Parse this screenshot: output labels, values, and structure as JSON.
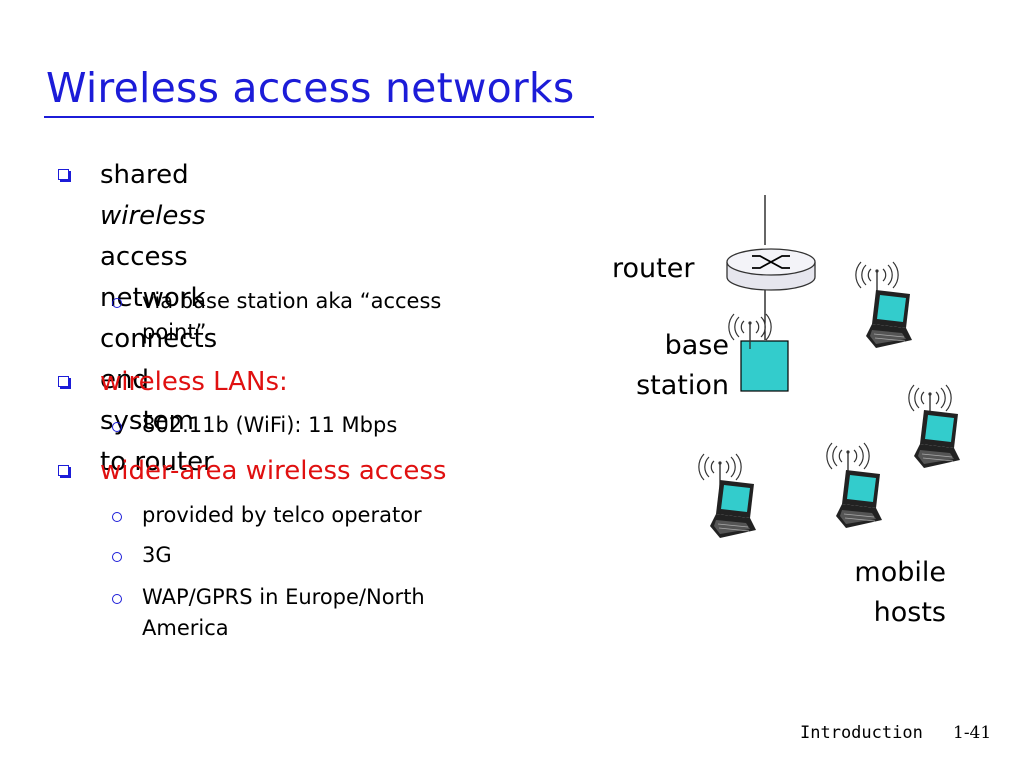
{
  "slide": {
    "title": "Wireless access networks",
    "bullets": {
      "b1_pre": "shared ",
      "b1_em": "wireless",
      "b1_post": " access",
      "b1_line2": "network connects end system",
      "b1_line3": "to router",
      "b1_sub1_line1": "via base station aka “access",
      "b1_sub1_line2": "point”",
      "b2": "wireless LANs:",
      "b2_sub1": "802.11b (WiFi): 11 Mbps",
      "b3": "wider-area wireless access",
      "b3_sub1": "provided by telco operator",
      "b3_sub2": "3G",
      "b3_sub3_line1": "WAP/GPRS in Europe/North",
      "b3_sub3_line2": "America"
    },
    "diagram": {
      "router_label": "router",
      "base_label_line1": "base",
      "base_label_line2": "station",
      "mobile_label_line1": "mobile",
      "mobile_label_line2": "hosts"
    },
    "footer": {
      "section": "Introduction",
      "page": "1-41"
    },
    "colors": {
      "title": "#1c1cd8",
      "accent_red": "#e01010",
      "base_station": "#33cccc",
      "laptop_screen": "#33cccc"
    }
  }
}
